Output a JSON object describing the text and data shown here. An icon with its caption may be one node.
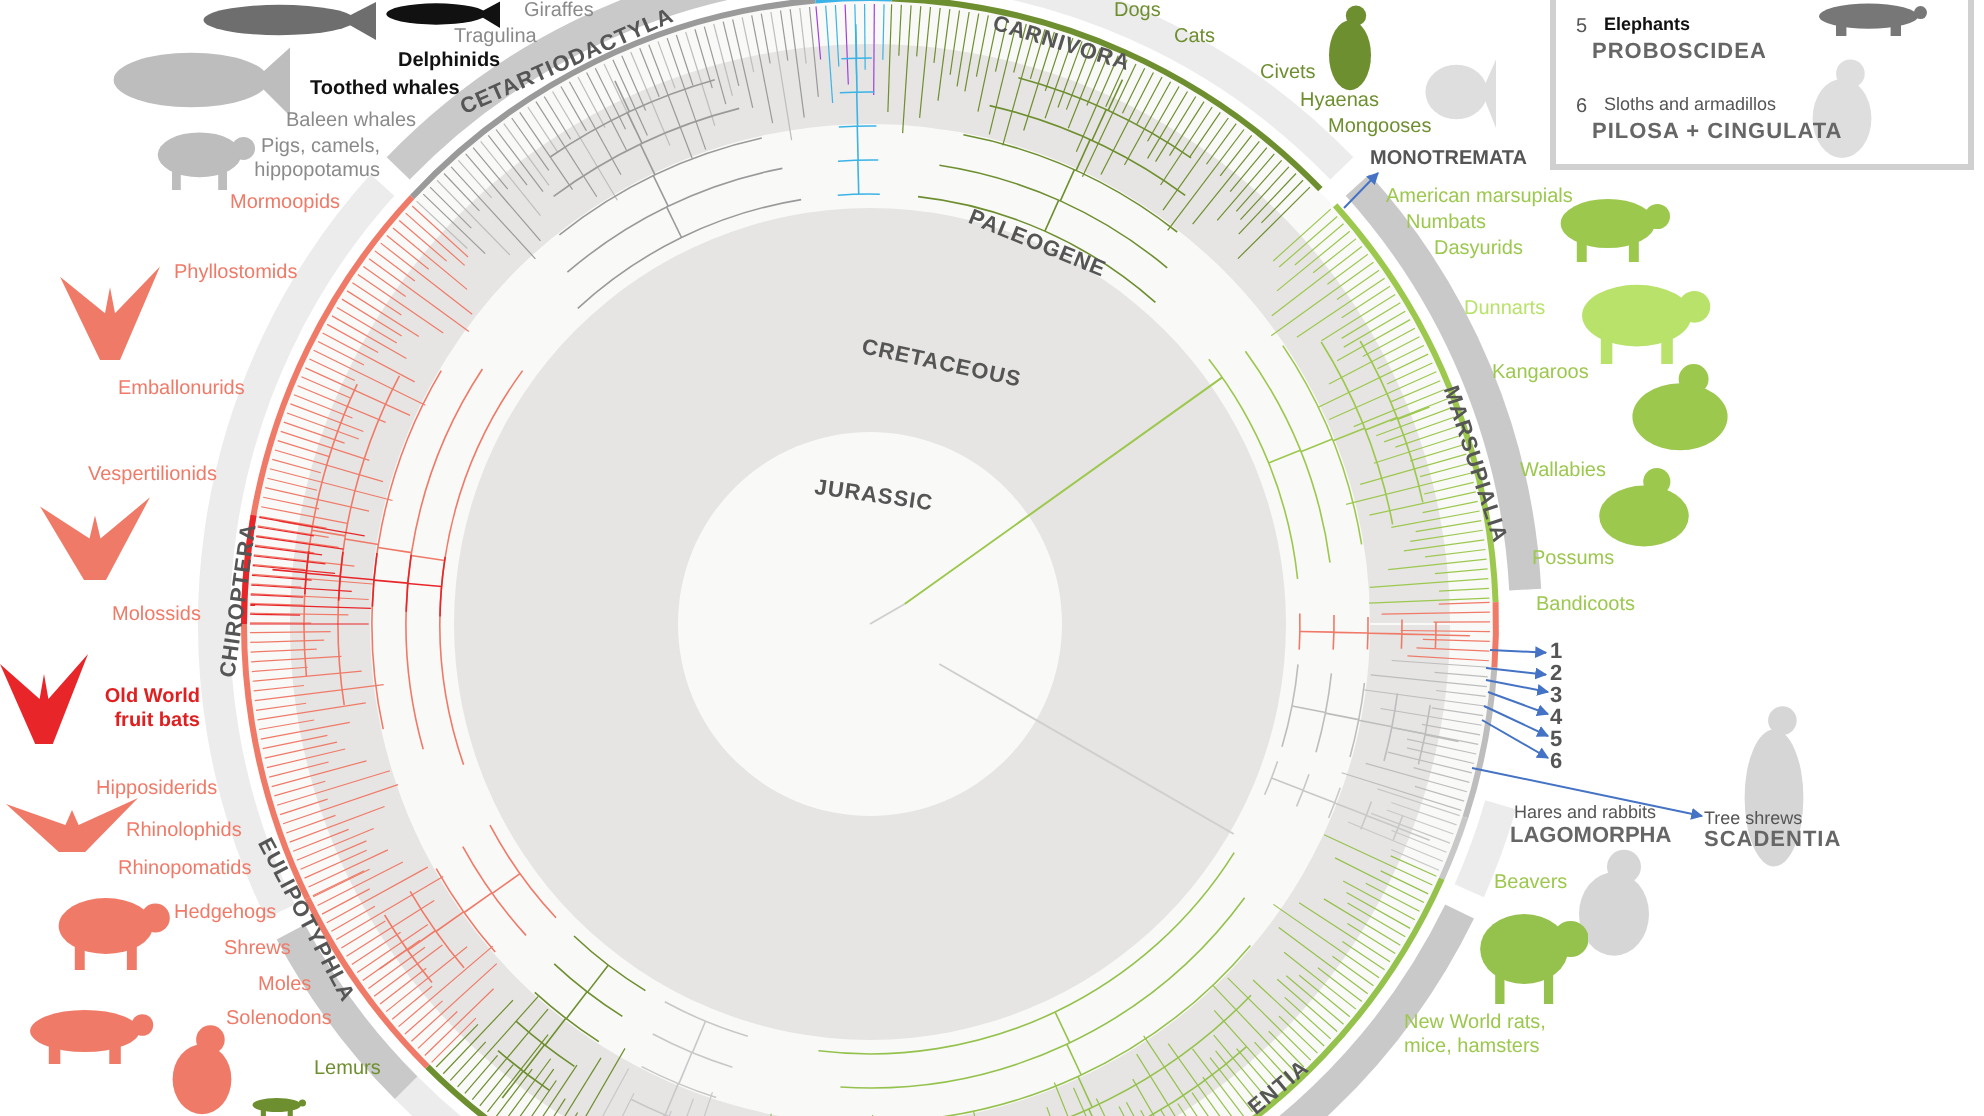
{
  "diagram": {
    "nodes": [
      {
        "text": [
          "5",
          "Elephants",
          "PROBOSCIDEA",
          "6",
          "Sloths and armadillos",
          "PILOSA + CINGULATA"
        ]
      },
      {
        "text": [
          "MONOTREMATA"
        ]
      },
      {
        "text": [
          "1"
        ]
      },
      {
        "text": [
          "2"
        ]
      },
      {
        "text": [
          "3"
        ]
      },
      {
        "text": [
          "4"
        ]
      },
      {
        "text": [
          "5"
        ]
      },
      {
        "text": [
          "6"
        ]
      },
      {
        "text": [
          "Tree shrews",
          "SCADENTIA"
        ]
      }
    ],
    "edges": [
      {
        "from": null,
        "to": 1,
        "arrow": "to"
      },
      {
        "from": null,
        "to": 2,
        "arrow": "to"
      },
      {
        "from": null,
        "to": 3,
        "arrow": "to"
      },
      {
        "from": null,
        "to": 4,
        "arrow": "to"
      },
      {
        "from": null,
        "to": 5,
        "arrow": "to"
      },
      {
        "from": null,
        "to": 6,
        "arrow": "to"
      },
      {
        "from": null,
        "to": 7,
        "arrow": "to"
      },
      {
        "from": null,
        "to": 8,
        "arrow": "to"
      }
    ],
    "labels": [
      "Giraffes",
      "Dogs",
      "Tragulina",
      "Cats",
      "CARNIVORA",
      "CETARTIODACTYLA",
      "Delphinids",
      "Civets",
      "Toothed whales",
      "Hyaenas",
      "Baleen whales",
      "Mongooses",
      "Pigs, camels, hippopotamus",
      "American marsupials",
      "Mormoopids",
      "Numbats",
      "PALEOGENE",
      "Dasyurids",
      "Phyllostomids",
      "Dunnarts",
      "CRETACEOUS",
      "Kangaroos",
      "Emballonurids",
      "MARSUPIALIA",
      "Vespertilionids",
      "JURASSIC",
      "Wallabies",
      "CHIROPTERA",
      "Possums",
      "Bandicoots",
      "Molossids",
      "Old World fruit bats",
      "Hipposiderids",
      "Hares and rabbits",
      "LAGOMORPHA",
      "Rhinolophids",
      "Rhinopomatids",
      "Beavers",
      "Hedgehogs",
      "EULIPOTYPHLA",
      "Shrews",
      "Moles",
      "Solenodons",
      "New World rats, mice, hamsters",
      "Lemurs",
      "ENTIA"
    ]
  }
}
